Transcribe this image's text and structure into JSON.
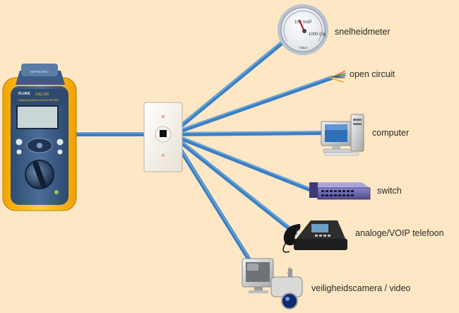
{
  "tester": {
    "brand": "FLUKE",
    "model": "CIQ-100",
    "subtitle": "CableIQ QUALIFICATION TESTER",
    "top_label": "NETWORKS"
  },
  "gauge": {
    "top_text": "100 VoIP",
    "right_text": "1000 Gig",
    "unit": "Mbps"
  },
  "devices": [
    {
      "id": "speedometer",
      "label": "snelheidmeter"
    },
    {
      "id": "open-circuit",
      "label": "open circuit"
    },
    {
      "id": "computer",
      "label": "computer"
    },
    {
      "id": "switch",
      "label": "switch"
    },
    {
      "id": "phone",
      "label": "analoge/VOIP telefoon"
    },
    {
      "id": "camera",
      "label": "veiligheidscamera / video"
    }
  ],
  "colors": {
    "background": "#fde7c4",
    "cable": "#3a7fc4",
    "tester_yellow": "#f6b800",
    "tester_body": "#3d5e86"
  }
}
